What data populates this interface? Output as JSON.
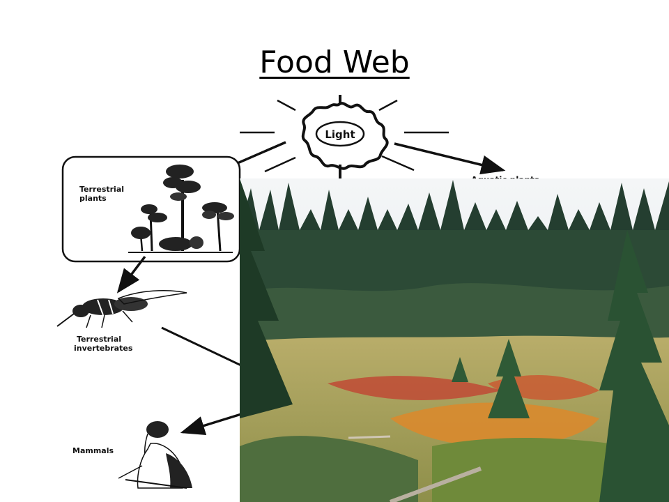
{
  "slide": {
    "title": "Food Web"
  },
  "diagram": {
    "sun_label": "Light",
    "terrestrial_plants_line1": "Terrestrial",
    "terrestrial_plants_line2": "plants",
    "aquatic_plants": "Aquatic plants",
    "invertebrates_line1": "Terrestrial",
    "invertebrates_line2": "invertebrates",
    "mammals": "Mammals"
  },
  "photo": {
    "subject": "subalpine meadow with conifer forest"
  },
  "colors": {
    "ink": "#111111",
    "sky": "#e9eef2",
    "forest_dark": "#1f3a2a",
    "meadow": "#a9a25a",
    "shrub_red": "#c04a35",
    "shrub_orange": "#d9892e"
  }
}
